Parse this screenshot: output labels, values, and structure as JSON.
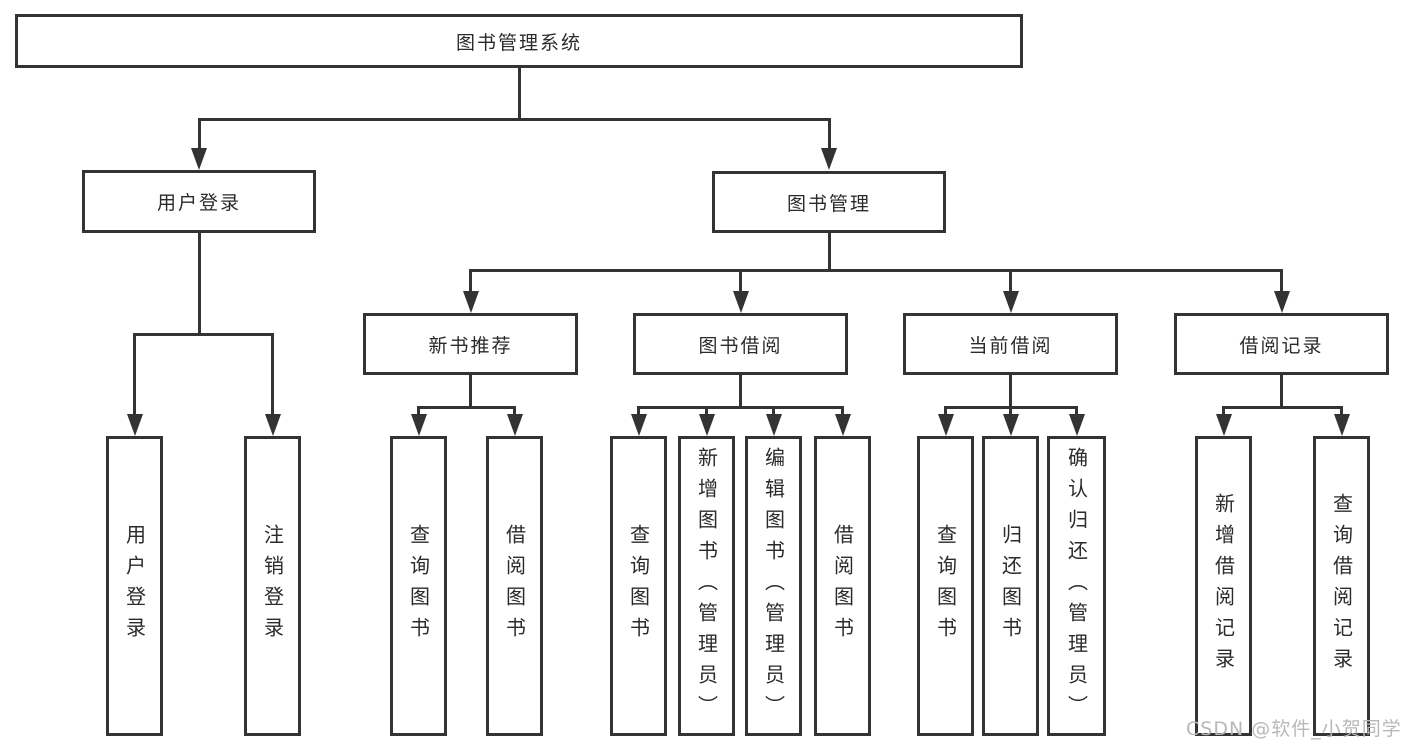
{
  "diagram": {
    "colors": {
      "background": "#ffffff",
      "line": "#333333",
      "text": "#2b2b2b",
      "watermark": "#b8b8b8"
    },
    "nodes": {
      "root": {
        "label": "图书管理系统"
      },
      "user_login": {
        "label": "用户登录"
      },
      "book_mgmt": {
        "label": "图书管理"
      },
      "new_book_rec": {
        "label": "新书推荐"
      },
      "book_borrow": {
        "label": "图书借阅"
      },
      "current_borrow": {
        "label": "当前借阅"
      },
      "borrow_record": {
        "label": "借阅记录"
      },
      "leaf_user_login": {
        "label": "用户登录"
      },
      "leaf_logout": {
        "label": "注销登录"
      },
      "leaf_query_book_a": {
        "label": "查询图书"
      },
      "leaf_borrow_book_a": {
        "label": "借阅图书"
      },
      "leaf_query_book_b": {
        "label": "查询图书"
      },
      "leaf_add_book": {
        "label": "新增图书（管理员）"
      },
      "leaf_edit_book": {
        "label": "编辑图书（管理员）"
      },
      "leaf_borrow_book_b": {
        "label": "借阅图书"
      },
      "leaf_query_book_c": {
        "label": "查询图书"
      },
      "leaf_return_book": {
        "label": "归还图书"
      },
      "leaf_confirm_return": {
        "label": "确认归还（管理员）"
      },
      "leaf_add_record": {
        "label": "新增借阅记录"
      },
      "leaf_query_record": {
        "label": "查询借阅记录"
      }
    },
    "watermark": {
      "text": "CSDN @软件_小贺同学"
    }
  }
}
